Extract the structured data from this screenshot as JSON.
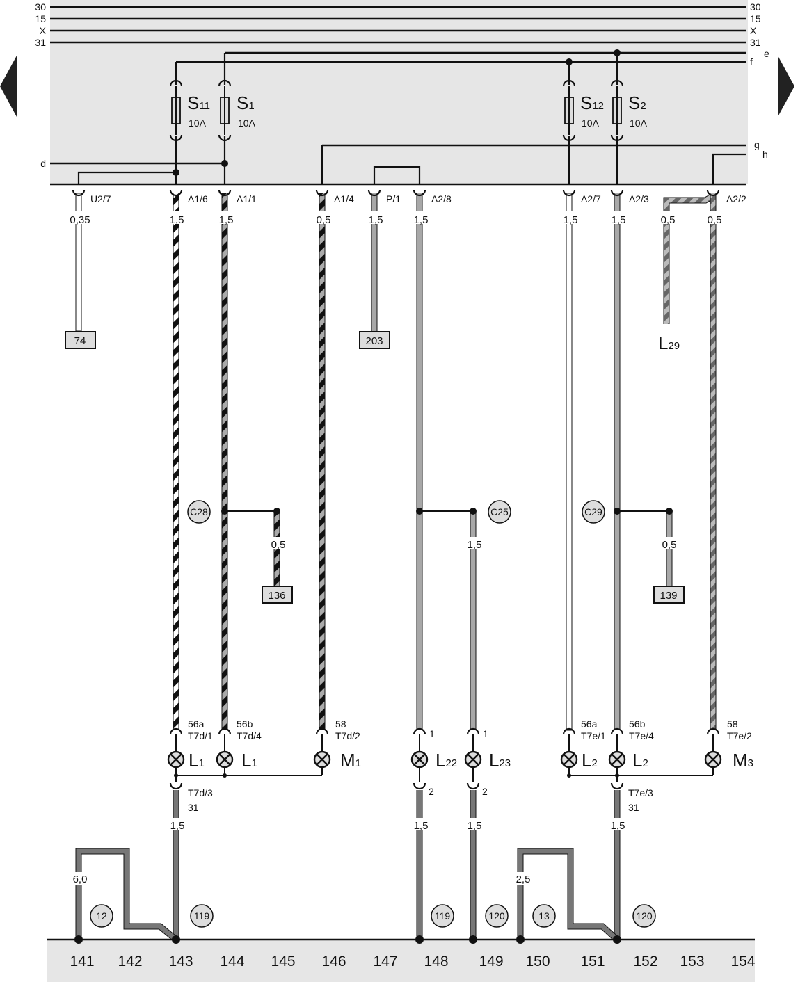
{
  "bus_labels": {
    "b30": "30",
    "b15": "15",
    "x": "X",
    "b31": "31",
    "e": "e",
    "f": "f",
    "d": "d",
    "g": "g",
    "h": "h"
  },
  "fuses": [
    {
      "letter": "S",
      "sub": "11",
      "rating": "10A"
    },
    {
      "letter": "S",
      "sub": "1",
      "rating": "10A"
    },
    {
      "letter": "S",
      "sub": "12",
      "rating": "10A"
    },
    {
      "letter": "S",
      "sub": "2",
      "rating": "10A"
    }
  ],
  "connectors": [
    "U2/7",
    "A1/6",
    "A1/1",
    "A1/4",
    "P/1",
    "A2/8",
    "A2/7",
    "A2/3",
    "A2/2"
  ],
  "gauges_top": [
    "0,35",
    "1,5",
    "1,5",
    "0,5",
    "1,5",
    "1,5",
    "1,5",
    "1,5",
    "0,5",
    "0,5"
  ],
  "ref_boxes": [
    "74",
    "203",
    "136",
    "139"
  ],
  "branch_gauges": [
    "0,5",
    "1,5",
    "0,5"
  ],
  "circle_refs_mid": [
    "C28",
    "C25",
    "C29"
  ],
  "component_L29": {
    "letter": "L",
    "sub": "29"
  },
  "lamp_pins": [
    {
      "top1": "56a",
      "top2": "T7d/1"
    },
    {
      "top1": "56b",
      "top2": "T7d/4"
    },
    {
      "top1": "58",
      "top2": "T7d/2"
    },
    {
      "top1": "1"
    },
    {
      "top1": "1"
    },
    {
      "top1": "56a",
      "top2": "T7e/1"
    },
    {
      "top1": "56b",
      "top2": "T7e/4"
    },
    {
      "top1": "58",
      "top2": "T7e/2"
    }
  ],
  "lamps": [
    {
      "letter": "L",
      "sub": "1"
    },
    {
      "letter": "L",
      "sub": "1"
    },
    {
      "letter": "M",
      "sub": "1"
    },
    {
      "letter": "L",
      "sub": "22"
    },
    {
      "letter": "L",
      "sub": "23"
    },
    {
      "letter": "L",
      "sub": "2"
    },
    {
      "letter": "L",
      "sub": "2"
    },
    {
      "letter": "M",
      "sub": "3"
    }
  ],
  "ground_pins": [
    {
      "pin": "T7d/3",
      "term": "31"
    },
    {
      "pin": "2"
    },
    {
      "pin": "2"
    },
    {
      "pin": "T7e/3",
      "term": "31"
    }
  ],
  "gauges_bottom": [
    "1,5",
    "1,5",
    "1,5",
    "1,5",
    "6,0",
    "2,5"
  ],
  "circle_refs_bottom": [
    "12",
    "119",
    "119",
    "120",
    "13",
    "120"
  ],
  "track_numbers": [
    "141",
    "142",
    "143",
    "144",
    "145",
    "146",
    "147",
    "148",
    "149",
    "150",
    "151",
    "152",
    "153",
    "154"
  ],
  "colors": {
    "panel": "#e6e6e6",
    "wire_gray": "#a8a8a8",
    "wire_dark": "#777777",
    "ink": "#111111"
  }
}
